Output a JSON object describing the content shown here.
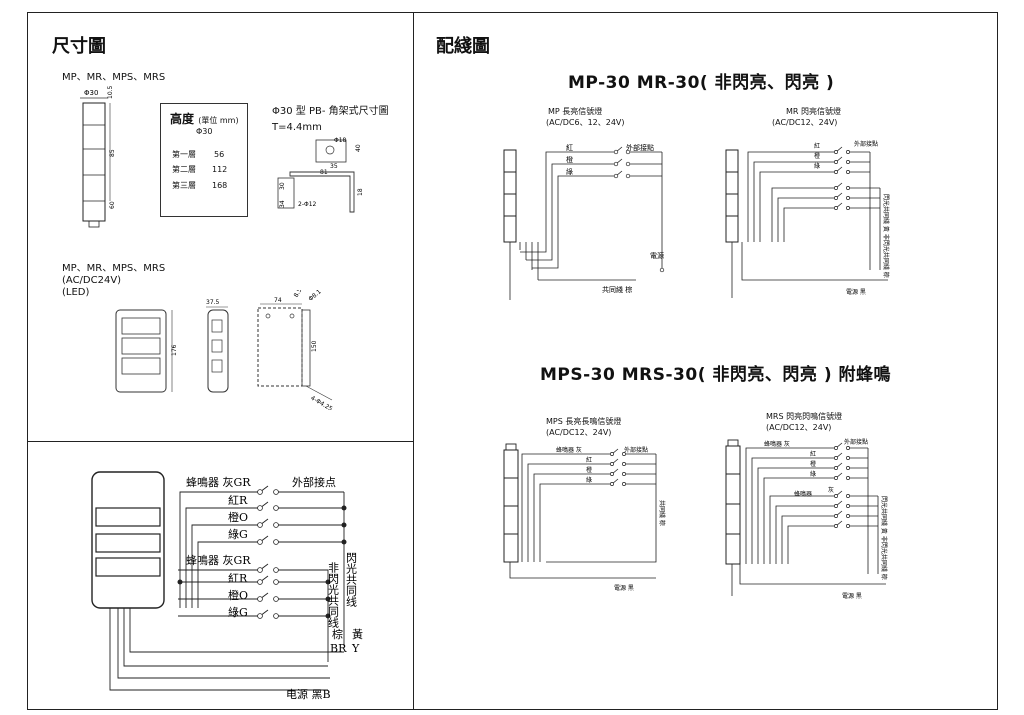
{
  "dimension_panel": {
    "title": "尺寸圖",
    "models_top": "MP、MR、MPS、MRS",
    "dim_diameter": "Φ30",
    "dim_top": "10.5",
    "dim_85": "85",
    "dim_60": "60",
    "height_table": {
      "title": "高度",
      "unit": "(單位 mm)",
      "diameter": "Φ30",
      "rows": [
        {
          "layer": "第一層",
          "value": "56"
        },
        {
          "layer": "第二層",
          "value": "112"
        },
        {
          "layer": "第三層",
          "value": "168"
        }
      ]
    },
    "bracket_title": "Φ30 型 PB- 角架式尺寸圖",
    "bracket_thickness": "T=4.4mm",
    "bracket_dims": [
      "Φ18",
      "35",
      "81",
      "30",
      "34",
      "2-Φ12",
      "18",
      "40"
    ],
    "models_led_line1": "MP、MR、MPS、MRS",
    "models_led_line2": "(AC/DC24V)",
    "models_led_line3": "(LED)",
    "led_dims": [
      "176",
      "37.5",
      "74",
      "8.5",
      "Φ8.1",
      "150",
      "4-Φ4.25"
    ]
  },
  "wiring_panel": {
    "title": "配綫圖",
    "heading1": "MP-30 MR-30( 非閃亮、閃亮 )",
    "heading2": "MPS-30 MRS-30( 非閃亮、閃亮 ) 附蜂鳴",
    "mp": {
      "title": "MP 長亮信號燈",
      "voltage": "(AC/DC6、12、24V)",
      "red": "紅",
      "orange": "橙",
      "green": "綠",
      "ext": "外部接點",
      "power": "電源",
      "common": "共同綫 棕"
    },
    "mr": {
      "title": "MR 閃亮信號燈",
      "voltage": "(AC/DC12、24V)",
      "red": "紅",
      "orange": "橙",
      "green": "綠",
      "ext": "外部接點",
      "vert": "閃光共同綫 黃 非閃光共同綫 棕",
      "power": "電源 黑"
    },
    "mps": {
      "title": "MPS 長亮長鳴信號燈",
      "voltage": "(AC/DC12、24V)",
      "buzzer": "蜂鳴器 灰",
      "red": "紅",
      "orange": "橙",
      "green": "綠",
      "ext": "外部接點",
      "common": "共同綫 棕",
      "power": "電源 黑"
    },
    "mrs": {
      "title": "MRS 閃亮閃鳴信號燈",
      "voltage": "(AC/DC12、24V)",
      "buzzer": "蜂鳴器 灰",
      "buzzer2": "蜂鳴器",
      "gray": "灰",
      "red": "紅",
      "orange": "橙",
      "green": "綠",
      "ext": "外部接點",
      "vert": "閃光共同綫 黃 非閃光共同綫 棕",
      "power": "電源 黑"
    }
  },
  "large_diagram": {
    "buzzer_gr": "蜂鳴器 灰GR",
    "ext_contact": "外部接点",
    "red_r": "紅R",
    "orange_o": "橙O",
    "green_g": "綠G",
    "buzzer_gr2": "蜂鳴器 灰GR",
    "red_r2": "紅R",
    "orange_o2": "橙O",
    "green_g2": "綠G",
    "nonflash": "非閃光共同线",
    "flash": "閃光共同线",
    "brown": "棕",
    "br": "BR",
    "yellow": "黃",
    "y": "Y",
    "power": "电源 黑B"
  }
}
